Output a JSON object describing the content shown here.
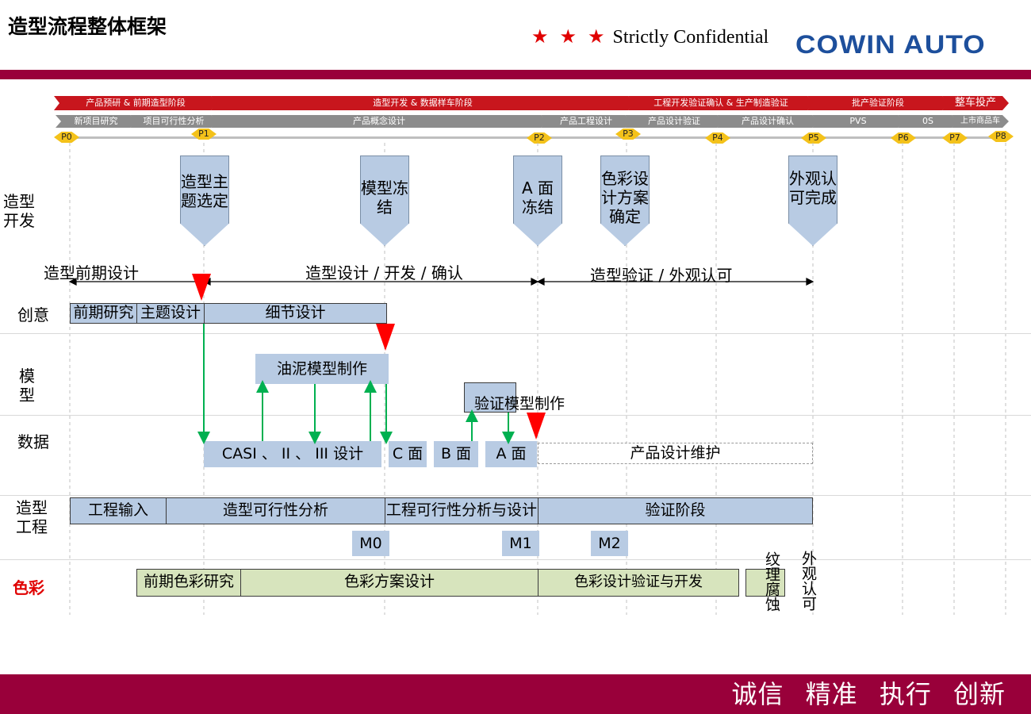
{
  "header": {
    "title": "造型流程整体框架",
    "stars": "★ ★ ★",
    "confidential": "Strictly Confidential",
    "logo": "COWIN AUTO"
  },
  "stages_top": [
    "产品预研 & 前期造型阶段",
    "造型开发 & 数据样车阶段",
    "工程开发验证确认 & 生产制造验证",
    "批产验证阶段",
    "整车投产"
  ],
  "stages_sub": [
    "新项目研究",
    "项目可行性分析",
    "产品概念设计",
    "产品工程设计",
    "产品设计验证",
    "产品设计确认",
    "PVS",
    "0S",
    "上市商品车"
  ],
  "gates": [
    "P0",
    "P1",
    "P2",
    "P3",
    "P4",
    "P5",
    "P6",
    "P7",
    "P8"
  ],
  "rows": {
    "styling_dev": "造型\n开发",
    "creative": "创意",
    "model": "模\n型",
    "data": "数据",
    "eng": "造型\n工程",
    "color": "色彩"
  },
  "milestones": [
    "造型主题选定",
    "模型冻结",
    "A 面冻结",
    "色彩设计方案确定",
    "外观认可完成"
  ],
  "phases": [
    "造型前期设计",
    "造型设计 / 开发 / 确认",
    "造型验证 / 外观认可"
  ],
  "creative": [
    "前期研究",
    "主题设计",
    "细节设计"
  ],
  "model": [
    "油泥模型制作",
    "验证模型制作"
  ],
  "data": [
    "CASI 、 II 、 III 设计",
    "C 面",
    "B 面",
    "A 面",
    "产品设计维护"
  ],
  "eng": [
    "工程输入",
    "造型可行性分析",
    "工程可行性分析与设计",
    "验证阶段"
  ],
  "eng_m": [
    "M0",
    "M1",
    "M2"
  ],
  "color": [
    "前期色彩研究",
    "色彩方案设计",
    "色彩设计验证与开发",
    "纹理腐蚀",
    "外观认可"
  ],
  "colors": {
    "brand": "#99003a",
    "red": "#c8161d",
    "blue": "#b8cbe3",
    "green": "#d7e4bd",
    "gate": "#f4c21a",
    "arrow": "#00b050"
  },
  "footer": {
    "slogan": "诚信 精准 执行 创新"
  }
}
